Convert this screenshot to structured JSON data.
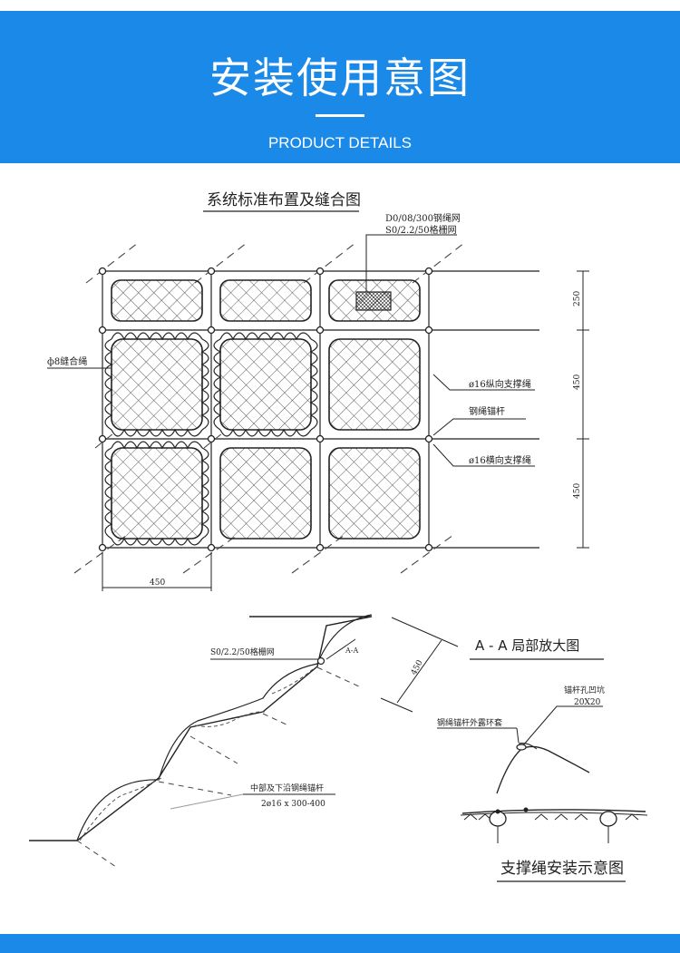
{
  "header": {
    "title": "安装使用意图",
    "subtitle": "PRODUCT DETAILS"
  },
  "plan": {
    "title": "系统标准布置及缝合图",
    "label_net_1": "D0/08/300钢绳网",
    "label_net_2": "S0/2.2/50格栅网",
    "label_stitch": "ф8缝合绳",
    "label_long_rope": "ø16纵向支撑绳",
    "label_anchor": "钢绳锚杆",
    "label_trans_rope": "ø16横向支撑绳",
    "dim_top": "250",
    "dim_mid": "450",
    "dim_bot": "450",
    "dim_width": "450"
  },
  "section": {
    "label_grid": "S0/2.2/50格栅网",
    "label_aa": "A-A",
    "dim_slope": "450",
    "label_anchor_1": "中部及下沿钢绳锚杆",
    "label_anchor_2": "2ø16 x 300-400"
  },
  "detail": {
    "title": "A - A 局部放大图",
    "label_pit_1": "锚杆孔凹坑",
    "label_pit_2": "20X20",
    "label_ring": "钢绳锚杆外露环套"
  },
  "rope": {
    "title": "支撑绳安装示意图"
  }
}
